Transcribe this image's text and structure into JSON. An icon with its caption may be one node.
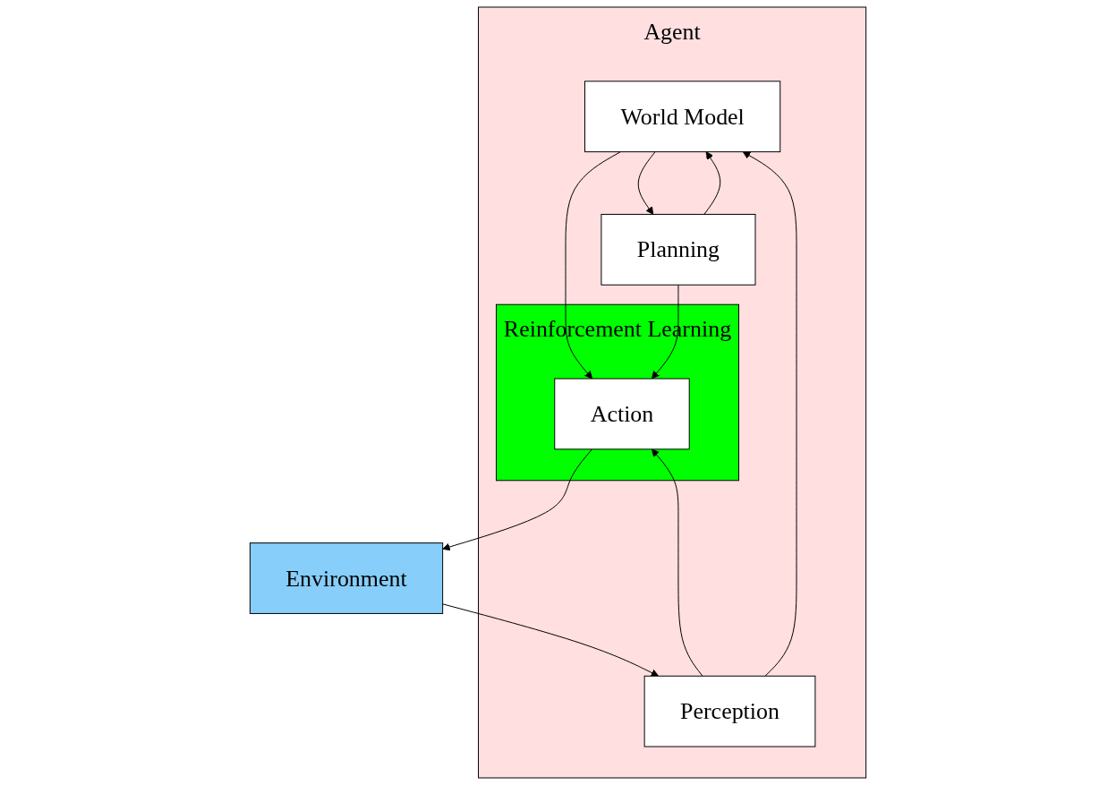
{
  "diagram": {
    "nodes": [
      {
        "text": [
          "Agent"
        ]
      },
      {
        "text": [
          "World Model"
        ],
        "in": 0
      },
      {
        "text": [
          "Planning"
        ],
        "in": 0
      },
      {
        "text": [
          "Perception"
        ],
        "in": 0
      },
      {
        "text": [
          "Reinforcement Learning"
        ],
        "in": 0
      },
      {
        "text": [
          "Action"
        ],
        "in": 4
      },
      {
        "text": [
          "Environment"
        ]
      }
    ],
    "edges": [
      {
        "from": 1,
        "to": 2,
        "arrow": "to"
      },
      {
        "from": 2,
        "to": 1,
        "arrow": "to"
      },
      {
        "from": 1,
        "to": 5,
        "arrow": "to"
      },
      {
        "from": 2,
        "to": 5,
        "arrow": "to"
      },
      {
        "from": 3,
        "to": 5,
        "arrow": "to"
      },
      {
        "from": 3,
        "to": 1,
        "arrow": "to"
      },
      {
        "from": 6,
        "to": 3,
        "arrow": "to"
      },
      {
        "from": 5,
        "to": 6,
        "arrow": "to"
      }
    ]
  }
}
